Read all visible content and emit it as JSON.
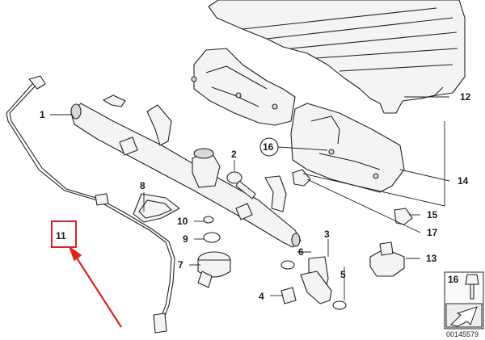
{
  "labels": {
    "l1": "1",
    "l2": "2",
    "l3": "3",
    "l4": "4",
    "l5": "5",
    "l6": "6",
    "l7": "7",
    "l8": "8",
    "l9": "9",
    "l10": "10",
    "l11": "11",
    "l12": "12",
    "l13": "13",
    "l14": "14",
    "l15": "15",
    "l16a": "16",
    "l16b": "16",
    "l17": "17"
  },
  "reference_number": "00145579",
  "colors": {
    "highlight": "#e02020",
    "line": "#222222"
  }
}
